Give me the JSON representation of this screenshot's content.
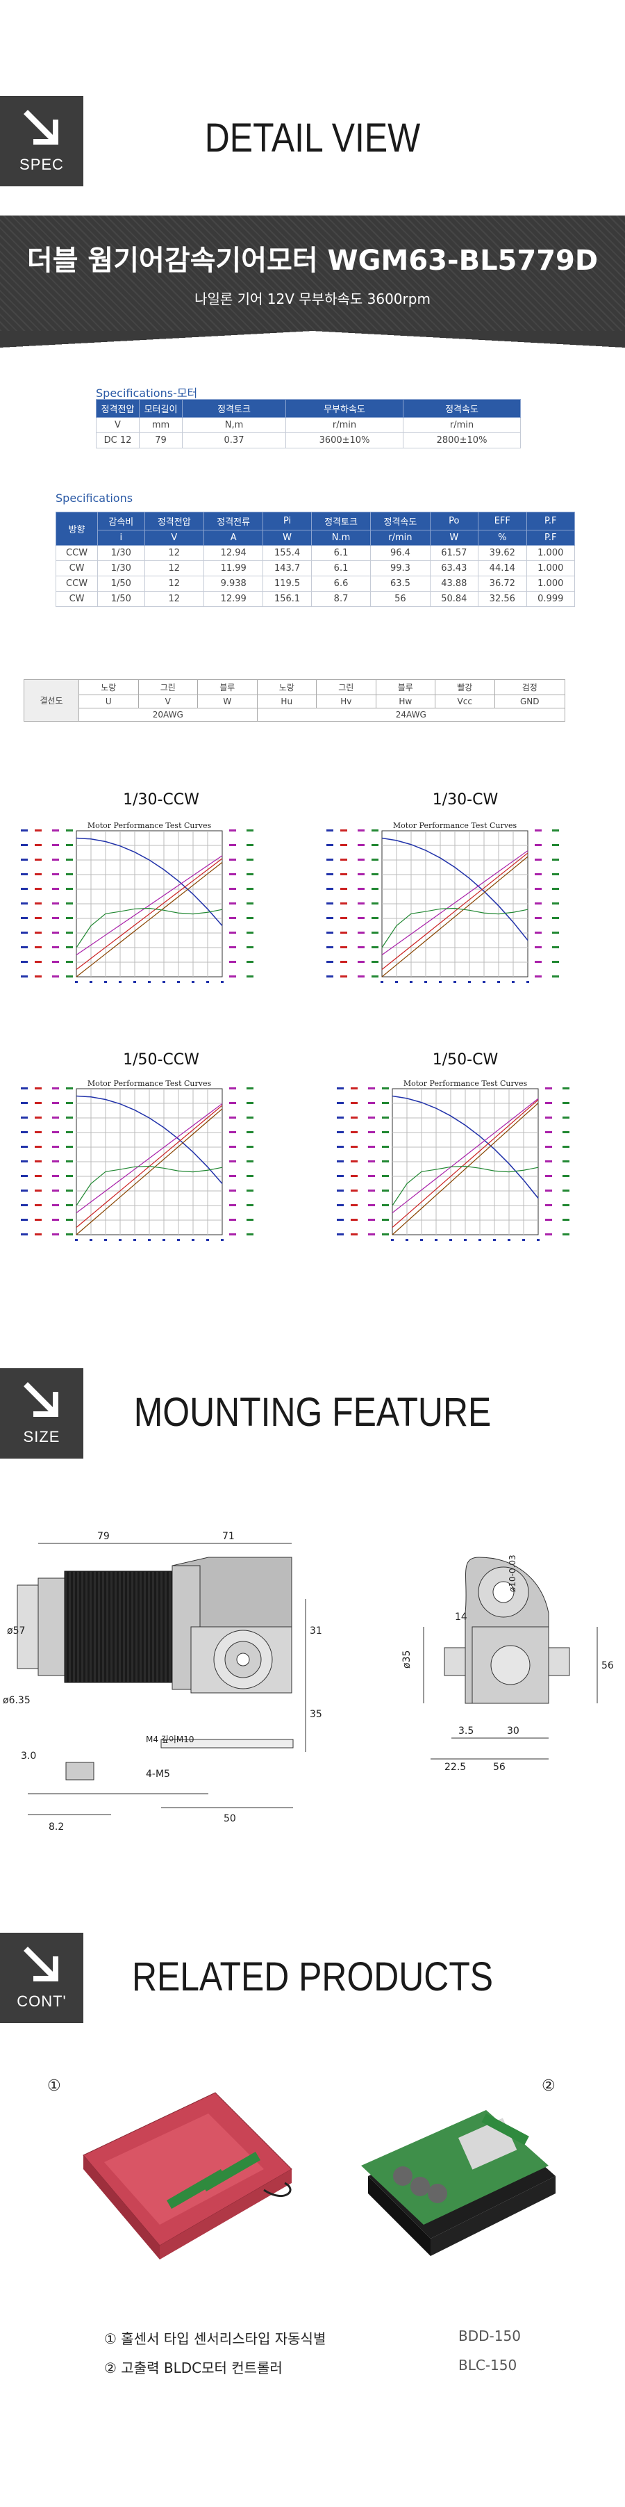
{
  "spec_section": {
    "badge": "SPEC",
    "title": "DETAIL VIEW"
  },
  "product": {
    "title": "더블 웜기어감속기어모터 WGM63-BL5779D",
    "subtitle": "나일론 기어  12V 무부하속도 3600rpm"
  },
  "table1": {
    "title": "Specifications-모터",
    "headers": [
      "정격전압",
      "모터길이",
      "정격토크",
      "무부하속도",
      "정격속도"
    ],
    "units": [
      "V",
      "mm",
      "N,m",
      "r/min",
      "r/min"
    ],
    "row": [
      "DC 12",
      "79",
      "0.37",
      "3600±10%",
      "2800±10%"
    ]
  },
  "table2": {
    "title": "Specifications",
    "headers": [
      "방향",
      "감속비",
      "정격전압",
      "정격전류",
      "Pi",
      "정격토크",
      "정격속도",
      "Po",
      "EFF",
      "P.F"
    ],
    "units": [
      "",
      "i",
      "V",
      "A",
      "W",
      "N.m",
      "r/min",
      "W",
      "%",
      "P.F"
    ],
    "rows": [
      [
        "CCW",
        "1/30",
        "12",
        "12.94",
        "155.4",
        "6.1",
        "96.4",
        "61.57",
        "39.62",
        "1.000"
      ],
      [
        "CW",
        "1/30",
        "12",
        "11.99",
        "143.7",
        "6.1",
        "99.3",
        "63.43",
        "44.14",
        "1.000"
      ],
      [
        "CCW",
        "1/50",
        "12",
        "9.938",
        "119.5",
        "6.6",
        "63.5",
        "43.88",
        "36.72",
        "1.000"
      ],
      [
        "CW",
        "1/50",
        "12",
        "12.99",
        "156.1",
        "8.7",
        "56",
        "50.84",
        "32.56",
        "0.999"
      ]
    ]
  },
  "wiring": {
    "label": "결선도",
    "colors": [
      "노랑",
      "그린",
      "블루",
      "노랑",
      "그린",
      "블루",
      "빨강",
      "검정"
    ],
    "signals": [
      "U",
      "V",
      "W",
      "Hu",
      "Hv",
      "Hw",
      "Vcc",
      "GND"
    ],
    "gauge_left": "20AWG",
    "gauge_right": "24AWG"
  },
  "charts": {
    "labels": [
      "1/30-CCW",
      "1/30-CW",
      "1/50-CCW",
      "1/50-CW"
    ],
    "inner_title": "Motor Performance Test Curves"
  },
  "size_section": {
    "badge": "SIZE",
    "title": "MOUNTING FEATURE"
  },
  "drawing": {
    "dims": [
      "79",
      "71",
      "ø57",
      "31",
      "35",
      "50",
      "ø6.35",
      "M4 깊이M10",
      "4-M5",
      "8.2",
      "3.0",
      "ø10-0.03",
      "14",
      "ø35",
      "56",
      "30",
      "3.5",
      "22.5",
      "56"
    ]
  },
  "cont_section": {
    "badge": "CONT'",
    "title": "RELATED PRODUCTS"
  },
  "related": {
    "markers": [
      "①",
      "②"
    ],
    "items": [
      {
        "desc": "① 홀센서 타입 센서리스타입 자동식별",
        "model": "BDD-150"
      },
      {
        "desc": "② 고출력 BLDC모터 컨트롤러",
        "model": "BLC-150"
      }
    ]
  },
  "colors": {
    "table_header": "#2b5aa6",
    "badge_bg": "#3c3c3c",
    "band_bg": "#3a3a3a"
  }
}
